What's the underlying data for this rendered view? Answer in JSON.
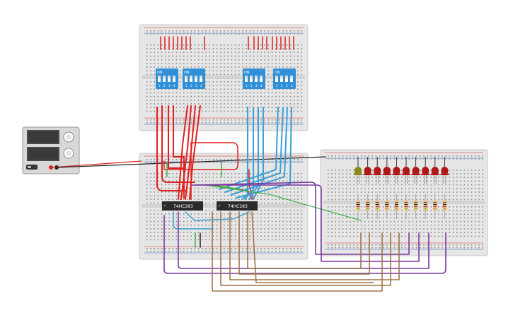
{
  "canvas": {
    "background": "#ffffff"
  },
  "colors": {
    "breadboard": "#e6e6e6",
    "rail_red": "#d62b2b",
    "rail_blue": "#2b66c4",
    "wire_red": "#e02020",
    "wire_blue": "#3aa0d8",
    "wire_purple": "#7a3aa0",
    "wire_brown": "#a07548",
    "wire_green": "#3cb043",
    "wire_black": "#222222",
    "chip": "#2b2b2b",
    "dip_switch": "#2f8fd8",
    "led_red": "#b01818",
    "led_yellow": "#8a8a18",
    "resistor": "#e0c48a",
    "psu_body": "#d8d8d8"
  },
  "chips": [
    {
      "label": "74HC283"
    },
    {
      "label": "74HC283"
    }
  ],
  "dip_switches": [
    {
      "on_label": "ON",
      "numbers": [
        "1",
        "2",
        "3",
        "4"
      ]
    },
    {
      "on_label": "ON",
      "numbers": [
        "1",
        "2",
        "3",
        "4"
      ]
    },
    {
      "on_label": "ON",
      "numbers": [
        "1",
        "2",
        "3",
        "4"
      ]
    },
    {
      "on_label": "ON",
      "numbers": [
        "1",
        "2",
        "3",
        "4"
      ]
    }
  ],
  "leds": [
    {
      "color": "yellow"
    },
    {
      "color": "red"
    },
    {
      "color": "red"
    },
    {
      "color": "red"
    },
    {
      "color": "red"
    },
    {
      "color": "red"
    },
    {
      "color": "red"
    },
    {
      "color": "red"
    },
    {
      "color": "red"
    },
    {
      "color": "red"
    }
  ],
  "resistor_count": 10,
  "power_supply": {
    "button_label": "ON"
  }
}
